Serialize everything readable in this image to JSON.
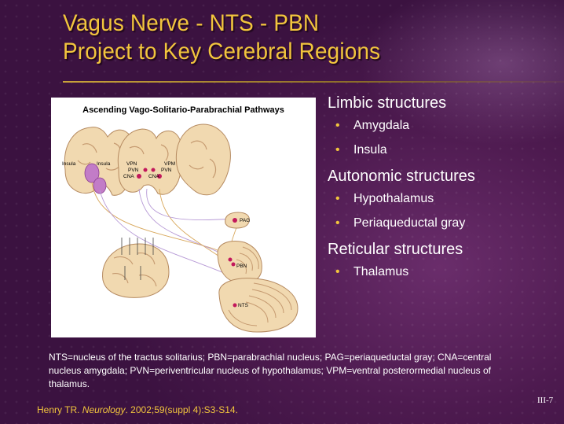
{
  "title": {
    "line1": "Vagus Nerve - NTS - PBN",
    "line2": "Project to Key Cerebral Regions"
  },
  "figure": {
    "title": "Ascending Vago-Solitario-Parabrachial Pathways",
    "labels": {
      "insula_left": "Insula",
      "insula_right": "Insula",
      "vpn": "VPN",
      "vpm": "VPM",
      "pvn_left": "PVN",
      "pvn_right": "PVN",
      "cna_left": "CNA",
      "cna_right": "CNA",
      "pag": "PAG",
      "pbn": "PBN",
      "nts": "NTS"
    }
  },
  "bullets": {
    "limbic": "Limbic structures",
    "amygdala": "Amygdala",
    "insula": "Insula",
    "autonomic": "Autonomic structures",
    "hypothalamus": "Hypothalamus",
    "pag": "Periaqueductal gray",
    "reticular": "Reticular structures",
    "thalamus": "Thalamus"
  },
  "footnote": "NTS=nucleus of the tractus solitarius; PBN=parabrachial nucleus; PAG=periaqueductal gray; CNA=central nucleus amygdala; PVN=periventricular nucleus of hypothalamus; VPM=ventral posterormedial nucleus of thalamus.",
  "citation": {
    "author": "Henry TR. ",
    "journal": "Neurology",
    "details": ". 2002;59(suppl 4):S3-S14."
  },
  "slide_number": "III-7",
  "colors": {
    "title": "#f2c53d",
    "background": "#4a1a4e",
    "bullet": "#f2c53d"
  }
}
